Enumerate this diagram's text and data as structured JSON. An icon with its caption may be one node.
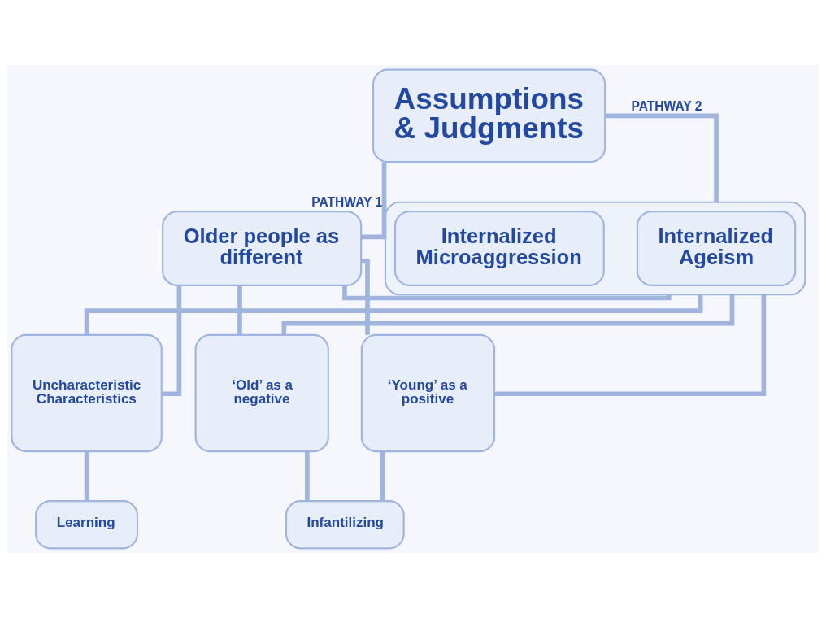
{
  "diagram": {
    "nodes": [
      {
        "text": [
          "Assumptions & Judgments"
        ]
      },
      {
        "text": [
          "Older people as different"
        ]
      },
      {
        "text": [],
        "shape": "box"
      },
      {
        "text": [
          "Internalized Ageism"
        ],
        "in": 2
      },
      {
        "text": [
          "Internalized Microaggression"
        ],
        "in": 2
      },
      {
        "text": [
          "Uncharacteristic Characteristics"
        ]
      },
      {
        "text": [
          "‘Old’ as a negative"
        ]
      },
      {
        "text": [
          "‘Young’ as a positive"
        ]
      },
      {
        "text": [
          "Learning"
        ]
      },
      {
        "text": [
          "Infantilizing"
        ]
      }
    ],
    "edges": [
      {
        "from": 0,
        "to": 1,
        "arrow": "none",
        "label": "PATHWAY 1"
      },
      {
        "from": 0,
        "to": 2,
        "arrow": "none",
        "label": "PATHWAY 2"
      },
      {
        "from": 1,
        "to": 2,
        "arrow": "none"
      },
      {
        "from": 1,
        "to": 5,
        "arrow": "none"
      },
      {
        "from": 1,
        "to": 6,
        "arrow": "none"
      },
      {
        "from": 1,
        "to": 7,
        "arrow": "none"
      },
      {
        "from": 5,
        "to": 2,
        "arrow": "none"
      },
      {
        "from": 6,
        "to": 2,
        "arrow": "none"
      },
      {
        "from": 7,
        "to": 2,
        "arrow": "none"
      },
      {
        "from": 5,
        "to": 8,
        "arrow": "none"
      },
      {
        "from": 6,
        "to": 9,
        "arrow": "none"
      },
      {
        "from": 7,
        "to": 9,
        "arrow": "none"
      }
    ]
  }
}
